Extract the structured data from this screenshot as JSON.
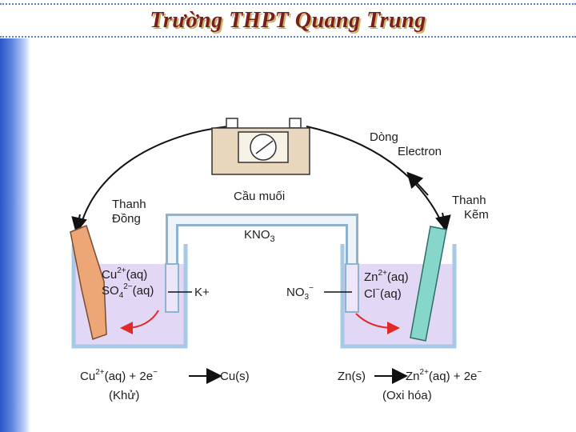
{
  "header": {
    "title": "Trường THPT Quang Trung"
  },
  "diagram": {
    "electron_flow_1": "Dòng",
    "electron_flow_2": "Electron",
    "salt_bridge": "Cầu muối",
    "salt_formula": "KNO",
    "salt_formula_sub": "3",
    "copper_electrode_1": "Thanh",
    "copper_electrode_2": "Đồng",
    "zinc_electrode_1": "Thanh",
    "zinc_electrode_2": "Kẽm",
    "cu_ion": "Cu",
    "cu_charge": "2+",
    "aq": "(aq)",
    "so4": "SO",
    "so4_sub": "4",
    "so4_charge": "2−",
    "k_ion": "K+",
    "no3": "NO",
    "no3_sub": "3",
    "no3_charge": "−",
    "zn_ion": "Zn",
    "zn_charge": "2+",
    "cl": "Cl",
    "cl_charge": "−",
    "cathode_eq_lhs_a": "Cu",
    "cathode_eq_lhs_b": "(aq) + 2e",
    "cathode_eq_rhs": "Cu(s)",
    "cathode_label": "(Khử)",
    "anode_eq_lhs": "Zn(s)",
    "anode_eq_rhs_a": "Zn",
    "anode_eq_rhs_b": "(aq) + 2e",
    "anode_label": "(Oxi hóa)",
    "minus": "−"
  }
}
